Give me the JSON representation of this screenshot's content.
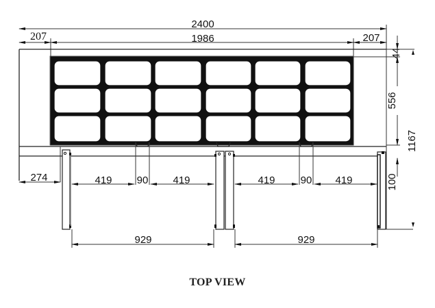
{
  "drawing": {
    "caption": "TOP VIEW",
    "dimensions": {
      "overall_width": "2400",
      "inner_width": "1986",
      "left_offset": "207",
      "right_offset": "207",
      "top_margin": "44",
      "pan_depth": "556",
      "overall_depth": "1167",
      "front_rail": "100",
      "left_leg_offset": "274",
      "span_a1": "419",
      "gap_a": "90",
      "span_a2": "419",
      "span_b1": "419",
      "gap_b": "90",
      "span_b2": "419",
      "leg_span_left": "929",
      "leg_span_right": "929"
    },
    "pans": {
      "rows": 3,
      "columns": 6
    },
    "colors": {
      "line": "#222222",
      "background": "#ffffff"
    }
  }
}
